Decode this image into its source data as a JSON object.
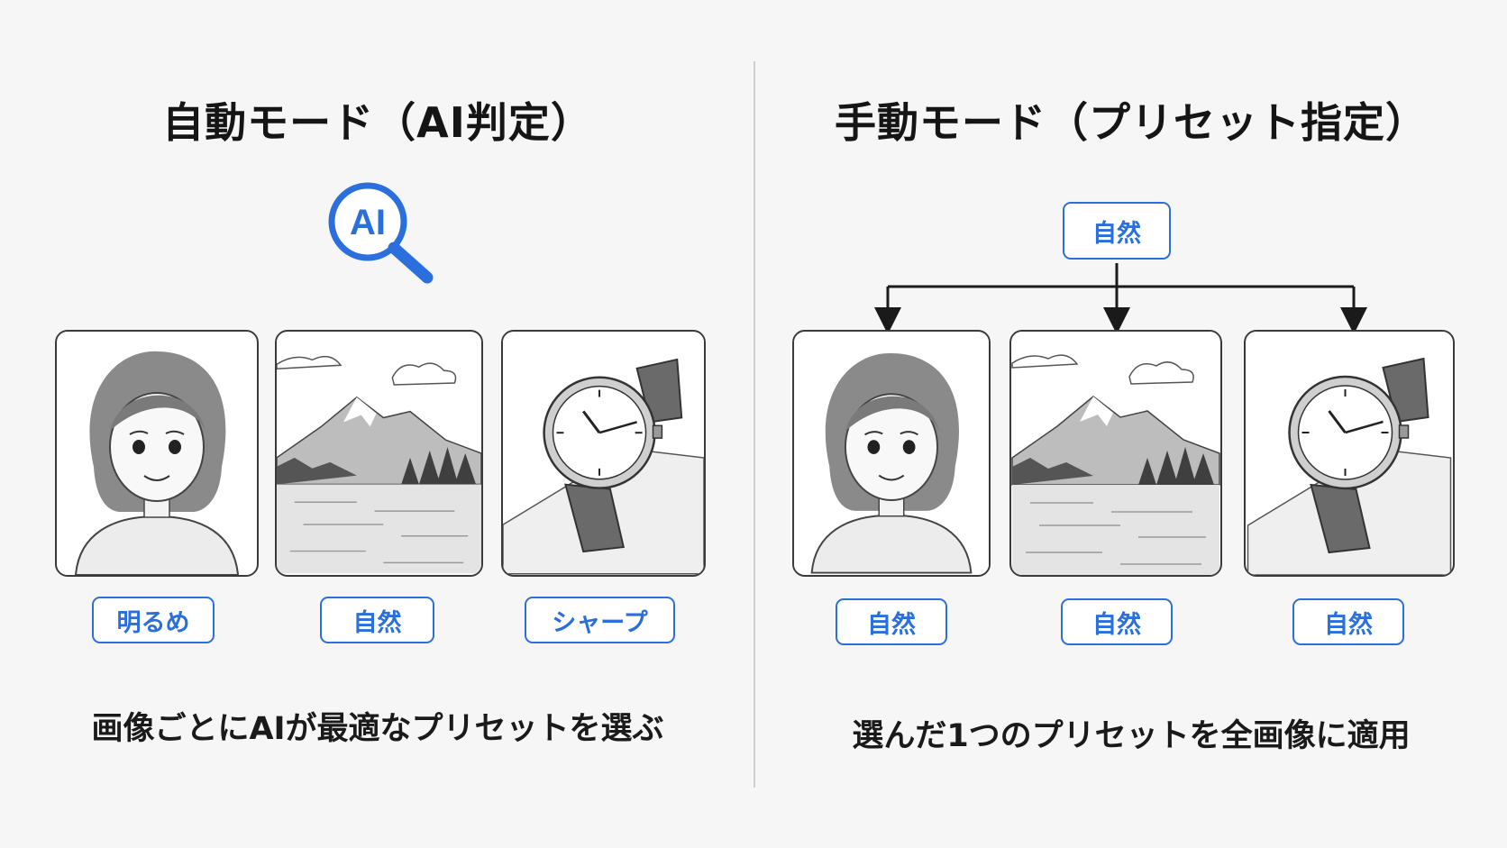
{
  "left": {
    "title": "自動モード（AI判定）",
    "ai_badge": "AI",
    "presets": [
      "明るめ",
      "自然",
      "シャープ"
    ],
    "caption": "画像ごとにAIが最適なプリセットを選ぶ"
  },
  "right": {
    "title": "手動モード（プリセット指定）",
    "selected_preset": "自然",
    "presets": [
      "自然",
      "自然",
      "自然"
    ],
    "caption": "選んだ1つのプリセットを全画像に適用"
  },
  "images": [
    "portrait-woman",
    "mountain-lake-landscape",
    "wristwatch"
  ],
  "colors": {
    "accent": "#2a6fdc",
    "frame": "#3a3a3a",
    "background": "#f6f6f6"
  }
}
